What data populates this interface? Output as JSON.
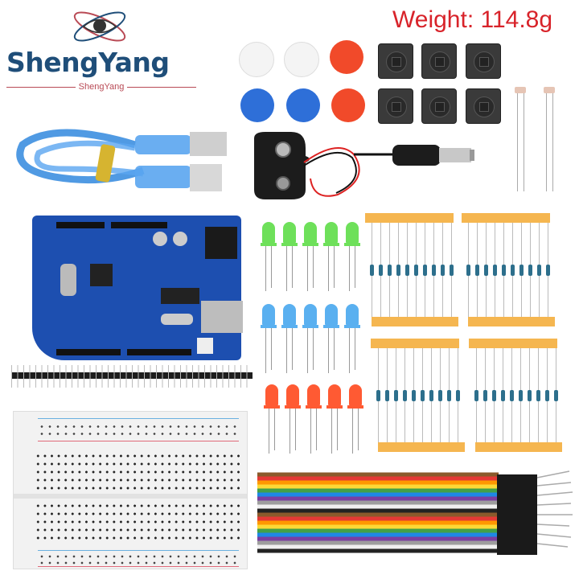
{
  "brand": {
    "name": "ShengYang",
    "subtitle": "ShengYang",
    "name_color": "#1f4e79",
    "accent_color": "#b94a55"
  },
  "weight_label": "Weight: 114.8g",
  "weight_color": "#d8232a",
  "components": [
    {
      "name": "USB cable",
      "color": "#3d8fe0"
    },
    {
      "name": "Arduino UNO compatible board",
      "color": "#1d4fb0"
    },
    {
      "name": "Pin header strip"
    },
    {
      "name": "Mini breadboard"
    },
    {
      "name": "Button caps",
      "colors": [
        "#f2f2f2",
        "#f2f2f2",
        "#f14a2a",
        "#2e6fd8",
        "#2e6fd8",
        "#f14a2a"
      ]
    },
    {
      "name": "Tactile push buttons",
      "count": 6
    },
    {
      "name": "Photoresistors",
      "count": 2
    },
    {
      "name": "9V battery snap with DC jack"
    },
    {
      "name": "LEDs",
      "rows": [
        {
          "color": "#6ee05a",
          "count": 5
        },
        {
          "color": "#5ab0f0",
          "count": 5
        },
        {
          "color": "#ff5a33",
          "count": 5
        }
      ]
    },
    {
      "name": "Resistor bands",
      "count": 4
    },
    {
      "name": "Dupont jumper wires",
      "colors": [
        "#8b5a2b",
        "#e53935",
        "#ff9800",
        "#fdd835",
        "#43a047",
        "#1e88e5",
        "#7b3fa0",
        "#9e9e9e",
        "#ffffff",
        "#222222"
      ]
    }
  ]
}
